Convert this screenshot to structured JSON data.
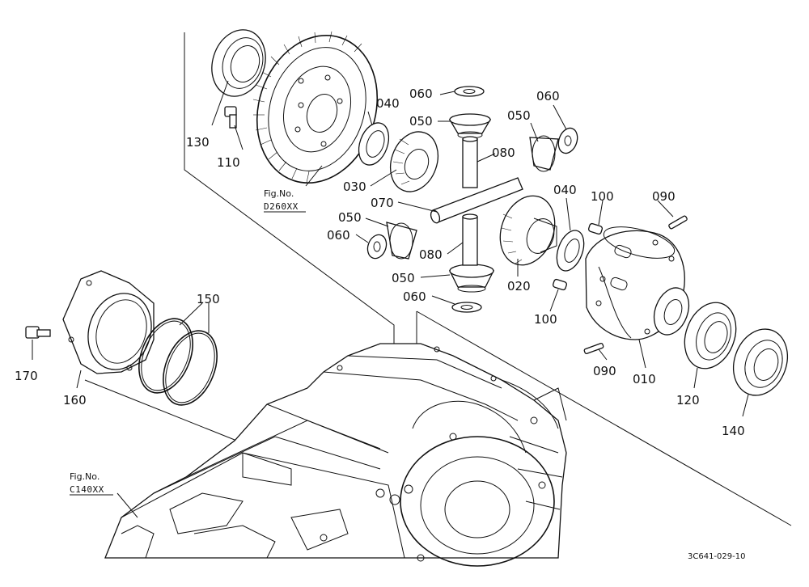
{
  "figure": {
    "code": "3C641-029-10",
    "refs": [
      {
        "title": "Fig.No.",
        "number": "D260XX"
      },
      {
        "title": "Fig.No.",
        "number": "C140XX"
      }
    ]
  },
  "callouts": [
    "130",
    "110",
    "040",
    "060",
    "050",
    "060",
    "050",
    "080",
    "030",
    "070",
    "040",
    "100",
    "090",
    "050",
    "060",
    "020",
    "080",
    "050",
    "060",
    "100",
    "150",
    "170",
    "160",
    "090",
    "010",
    "120",
    "140"
  ]
}
